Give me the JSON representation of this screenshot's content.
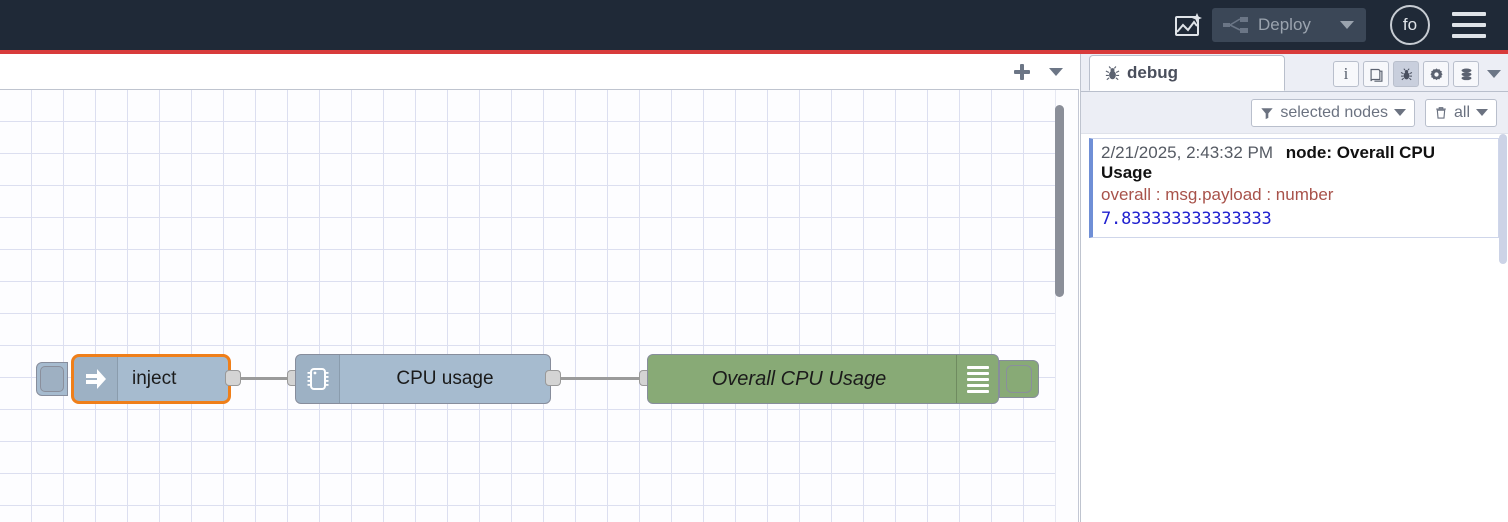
{
  "header": {
    "import_icon": "image-sparkle-icon",
    "deploy_label": "Deploy",
    "deploy_icon": "deploy-icon",
    "user_initials": "fo",
    "menu_icon": "hamburger-icon"
  },
  "workspace": {
    "add_tab_label": "+",
    "tab_menu_icon": "chevron-down-icon"
  },
  "flow": {
    "nodes": [
      {
        "id": "inject",
        "label": "inject",
        "icon": "arrow-right-icon",
        "type": "inject",
        "selected": true
      },
      {
        "id": "cpu",
        "label": "CPU usage",
        "icon": "microchip-icon",
        "type": "function"
      },
      {
        "id": "debug",
        "label": "Overall CPU Usage",
        "icon": "debug-lines-icon",
        "type": "debug"
      }
    ]
  },
  "sidebar": {
    "tab_label": "debug",
    "tab_icon": "bug-icon",
    "tools": [
      {
        "name": "info-tab",
        "icon": "info-icon",
        "glyph": "i",
        "active": false
      },
      {
        "name": "help-tab",
        "icon": "book-icon",
        "glyph": "",
        "active": false
      },
      {
        "name": "debug-tab",
        "icon": "bug-icon",
        "glyph": "",
        "active": true
      },
      {
        "name": "config-tab",
        "icon": "gear-icon",
        "glyph": "",
        "active": false
      },
      {
        "name": "context-tab",
        "icon": "database-icon",
        "glyph": "",
        "active": false
      }
    ],
    "filters": {
      "node_filter_label": "selected nodes",
      "node_filter_icon": "funnel-icon",
      "clear_label": "all",
      "clear_icon": "trash-icon"
    },
    "messages": [
      {
        "timestamp": "2/21/2025, 2:43:32 PM",
        "node_prefix": "node:",
        "node_name": "Overall CPU Usage",
        "property": "overall : msg.payload : number",
        "value": "7.833333333333333"
      }
    ]
  },
  "colors": {
    "header_bg": "#1f2937",
    "accent_red": "#d83b3b",
    "node_blue": "#a6bbcf",
    "node_green": "#88aa76",
    "select_orange": "#ef7f1a",
    "value_blue": "#2020cf",
    "prop_red": "#a8524a"
  }
}
